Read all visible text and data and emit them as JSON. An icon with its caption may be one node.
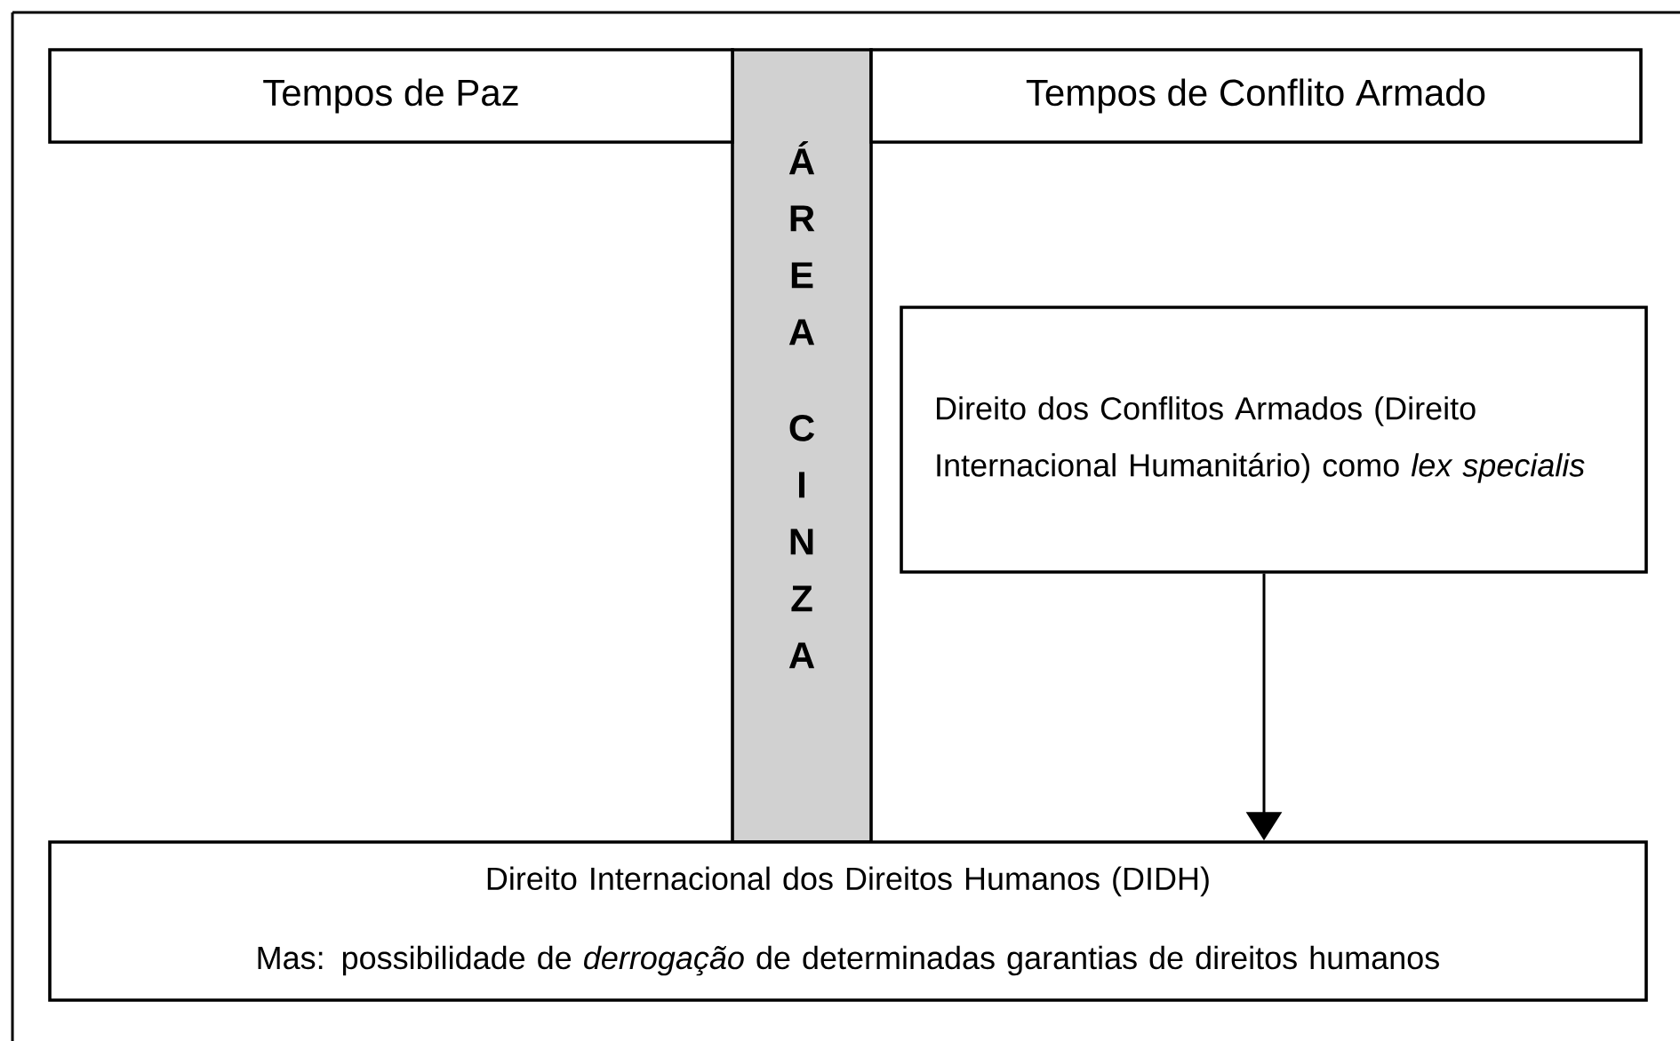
{
  "diagram": {
    "nodes": [
      {
        "text": [
          "Tempos de Paz"
        ]
      },
      {
        "text": [
          "Tempos de Conflito Armado"
        ]
      },
      {
        "text": [
          "ÁREA CINZA"
        ]
      },
      {
        "text": [
          "Direito dos Conflitos Armados (Direito Internacional Humanitário) como *lex specialis*"
        ]
      },
      {
        "text": [
          "Direito Internacional dos Direitos Humanos (DIDH)",
          "Mas: possibilidade de *derrogação* de determinadas garantias de direitos humanos"
        ]
      }
    ],
    "edges": [
      {
        "from": 3,
        "to": 4,
        "arrow": "to"
      }
    ]
  }
}
